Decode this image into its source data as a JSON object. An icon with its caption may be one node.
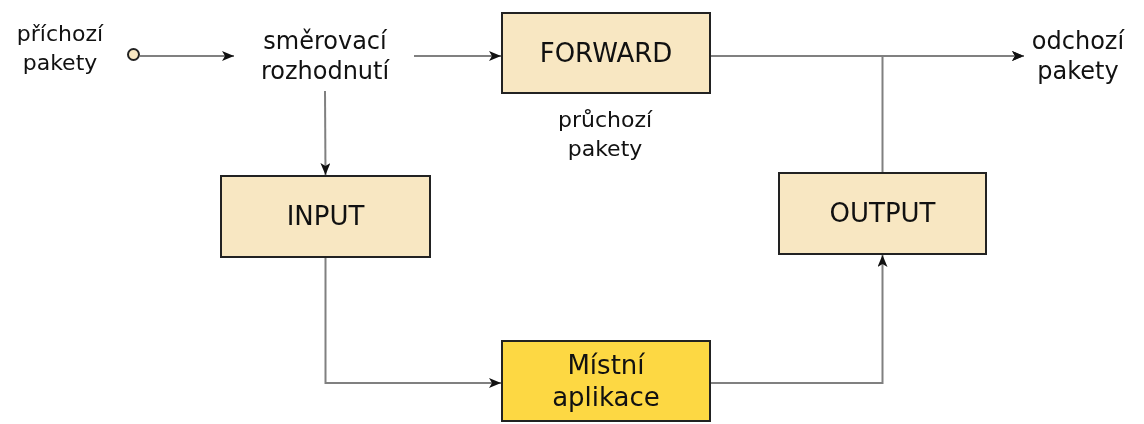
{
  "diagram": {
    "nodes": [
      {
        "text": [],
        "shape": "circle",
        "beside": [
          "příchozí pakety"
        ]
      },
      {
        "text": [
          "směrovací rozhodnutí"
        ]
      },
      {
        "text": [
          "FORWARD"
        ],
        "beside": [
          "průchozí pakety"
        ]
      },
      {
        "text": [
          "INPUT"
        ]
      },
      {
        "text": [
          "Místní aplikace"
        ]
      },
      {
        "text": [
          "OUTPUT"
        ]
      },
      {
        "text": [
          "odchozí pakety"
        ]
      }
    ],
    "edges": [
      {
        "from": 0,
        "to": 1,
        "arrow": "to"
      },
      {
        "from": 1,
        "to": 2,
        "arrow": "to"
      },
      {
        "from": 1,
        "to": 3,
        "arrow": "to"
      },
      {
        "from": 3,
        "to": 4,
        "arrow": "to"
      },
      {
        "from": 4,
        "to": 5,
        "arrow": "to"
      },
      {
        "from": 2,
        "to": 6,
        "arrow": "to"
      },
      {
        "from": 5,
        "to": 6,
        "arrow": "to"
      }
    ]
  }
}
